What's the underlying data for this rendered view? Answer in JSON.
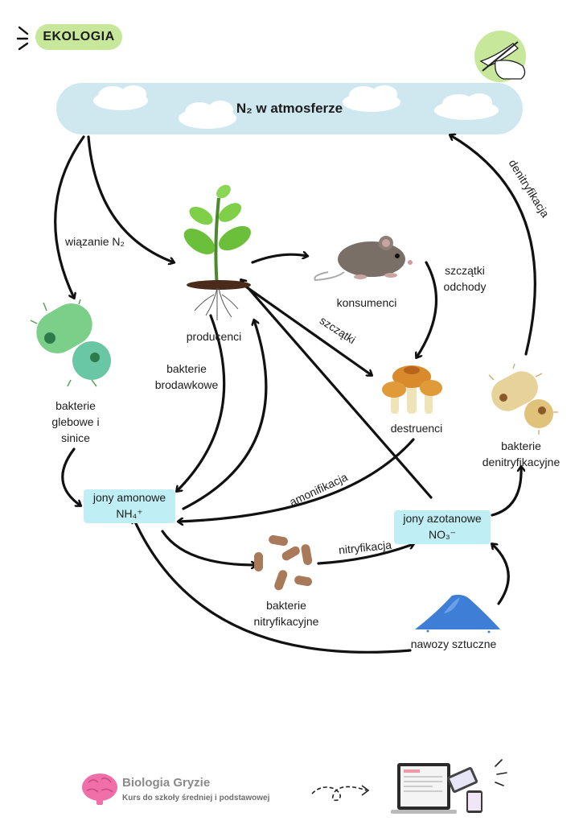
{
  "header": {
    "badge": "EKOLOGIA"
  },
  "atmosphere": {
    "title": "N₂ w atmosferze"
  },
  "organisms": {
    "producers": "producenci",
    "consumers": "konsumenci",
    "decomposers": "destruenci",
    "soil_bacteria": [
      "bakterie",
      "glebowe i",
      "sinice"
    ],
    "denitrifying_bacteria": [
      "bakterie",
      "denitryfikacyjne"
    ],
    "nitrifying_bacteria": [
      "bakterie",
      "nitryfikacyjne"
    ],
    "fertilizers": "nawozy sztuczne"
  },
  "compounds": {
    "ammonium": [
      "jony amonowe",
      "NH₄⁺"
    ],
    "nitrate": [
      "jony azotanowe",
      "NO₃⁻"
    ]
  },
  "processes": {
    "fixation": "wiązanie N₂",
    "nodule_bacteria": [
      "bakterie",
      "brodawkowe"
    ],
    "remains_waste": [
      "szczątki",
      "odchody"
    ],
    "remains": "szczątki",
    "denitrification": "denitryfikacja",
    "ammonification": "amonifikacja",
    "nitrification": "nitryfikacja"
  },
  "footer": {
    "brand": "Biologia Gryzie",
    "tagline": "Kurs do szkoły średniej i podstawowej"
  },
  "colors": {
    "badge": "#c7e89b",
    "atmosphere": "#cfe8ef",
    "compound_box": "#bfeef5",
    "arrow": "#111111"
  }
}
